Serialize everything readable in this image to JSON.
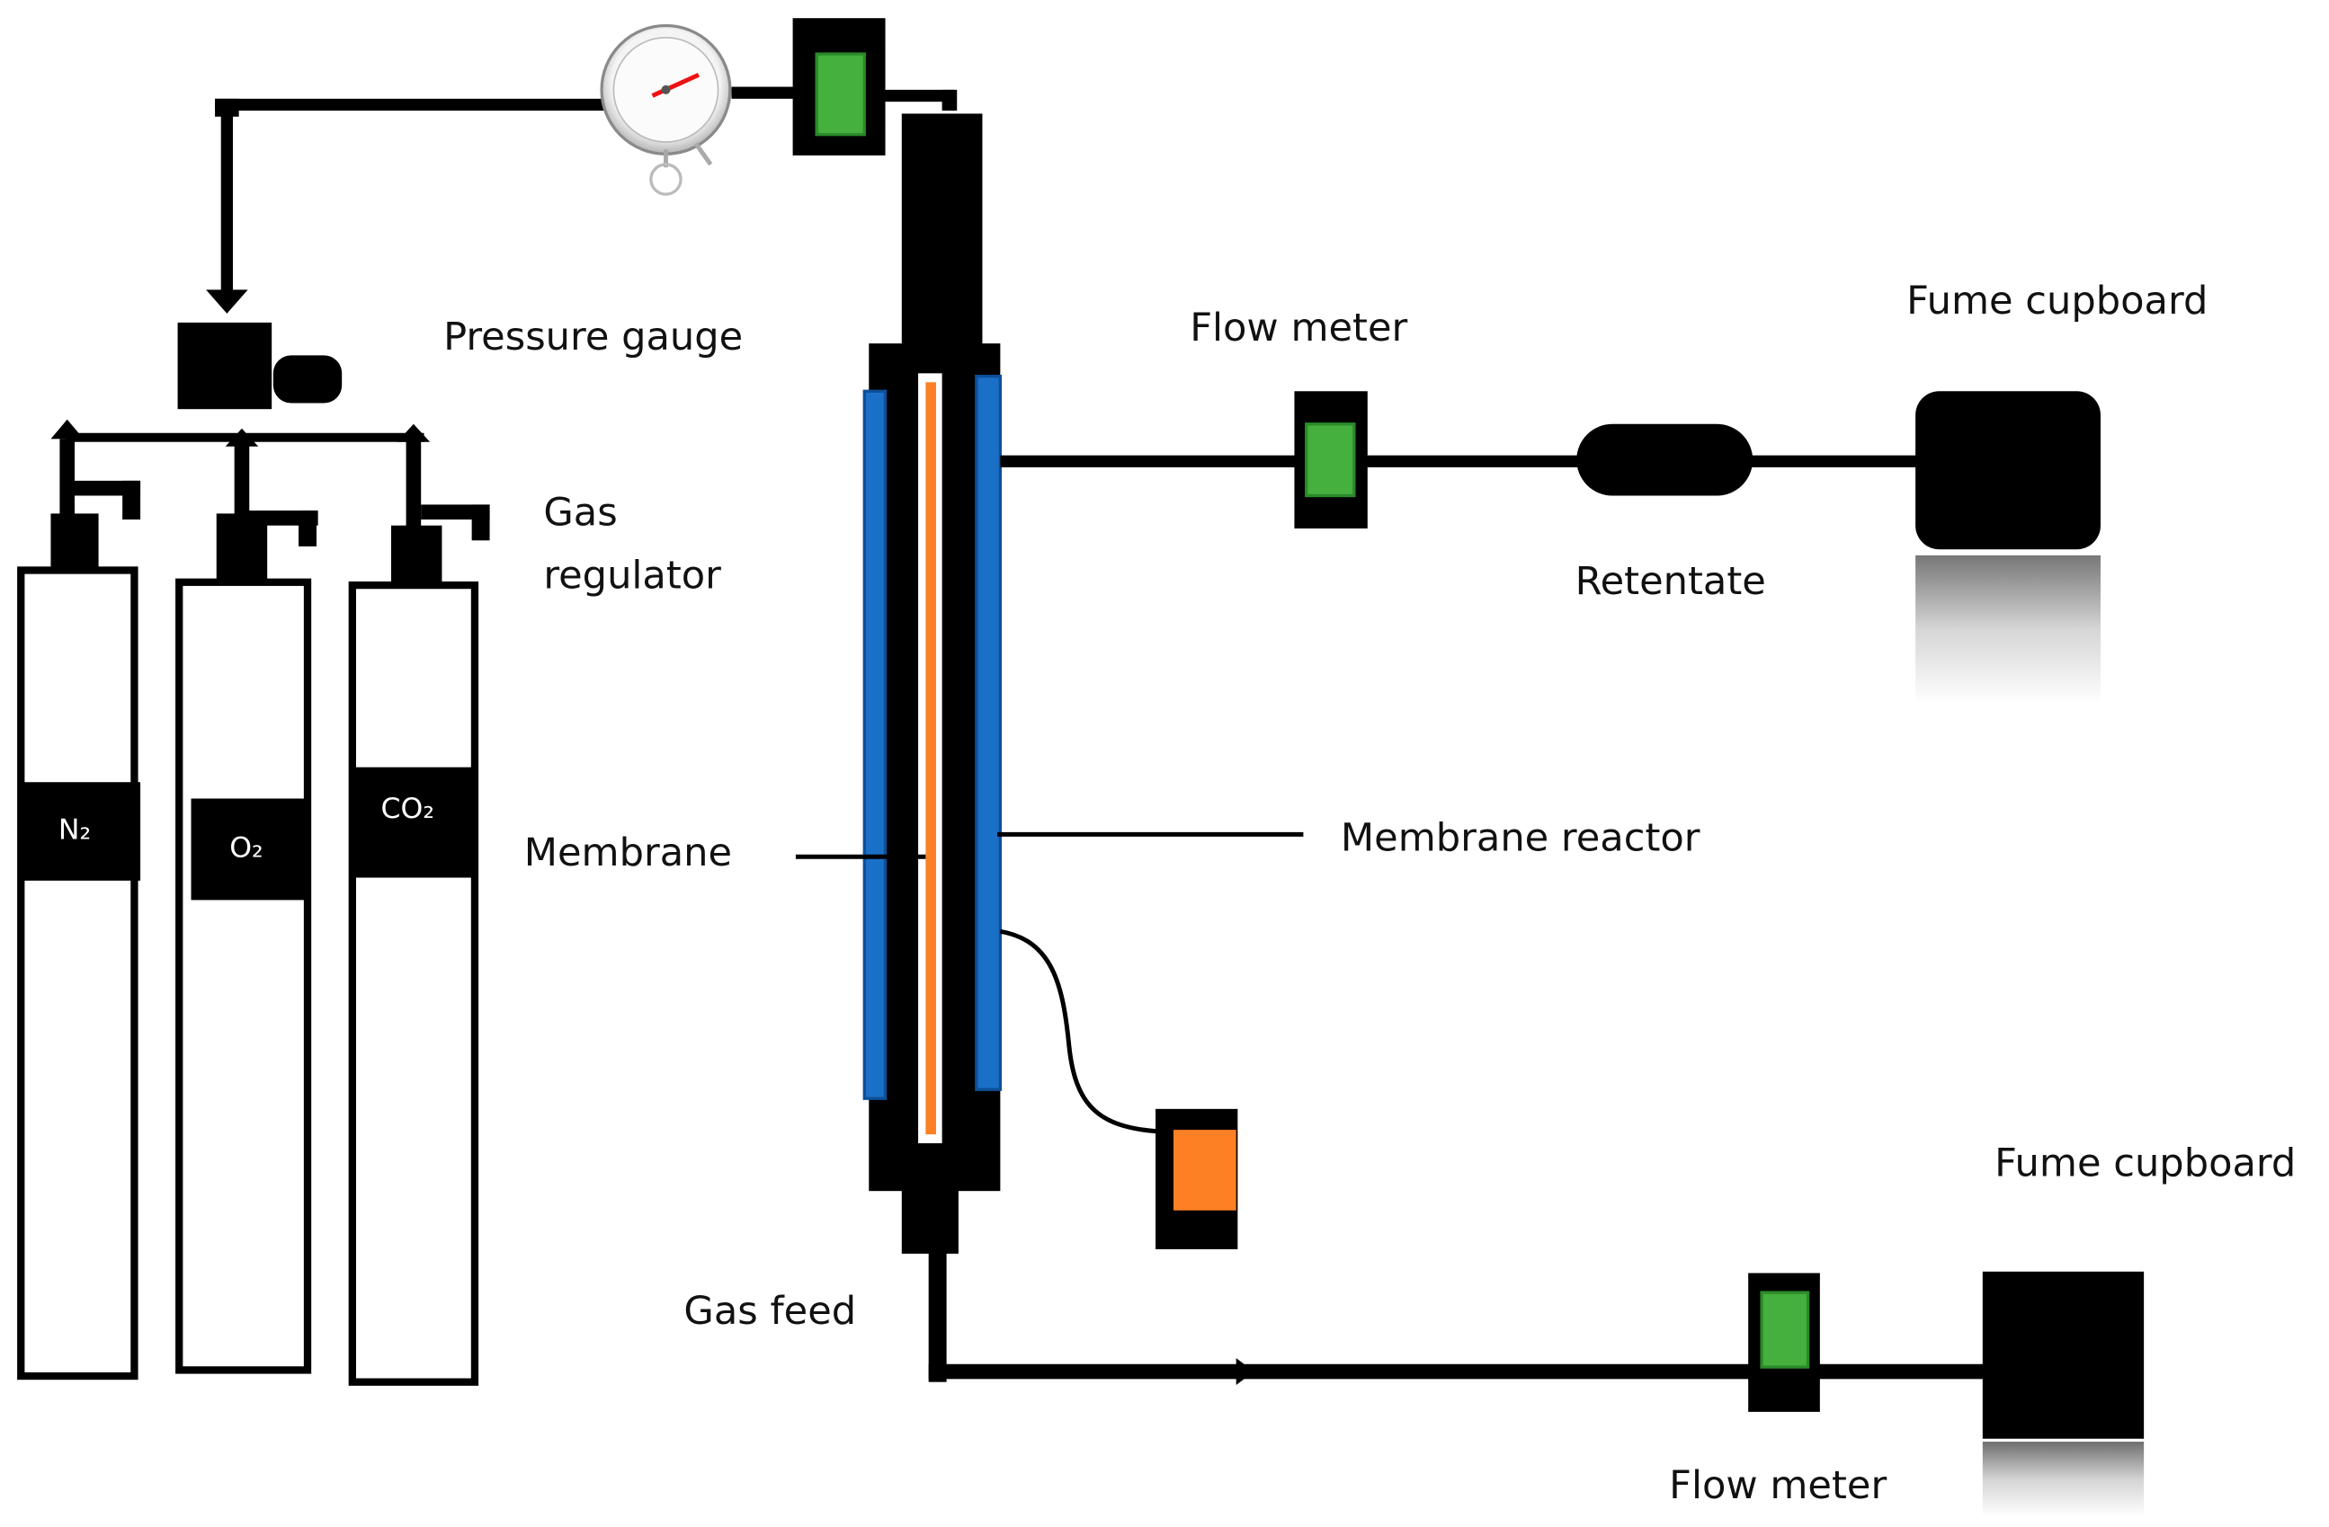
{
  "labels": {
    "pressure_gauge": "Pressure gauge",
    "gas_regulator_line1": "Gas",
    "gas_regulator_line2": "regulator",
    "membrane": "Membrane",
    "membrane_reactor": "Membrane reactor",
    "flow_meter_top": "Flow meter",
    "retentate": "Retentate",
    "fume_cupboard_top": "Fume cupboard",
    "fume_cupboard_bottom": "Fume cupboard",
    "flow_meter_bottom": "Flow meter",
    "gas_feed": "Gas feed"
  },
  "cylinders": [
    {
      "gas": "N₂"
    },
    {
      "gas": "O₂"
    },
    {
      "gas": "CO₂"
    }
  ],
  "colors": {
    "pipe": "#000000",
    "flow_meter_window": "#45b03d",
    "jacket": "#1a70c6",
    "membrane": "#fd8024",
    "heater": "#fd8024"
  }
}
